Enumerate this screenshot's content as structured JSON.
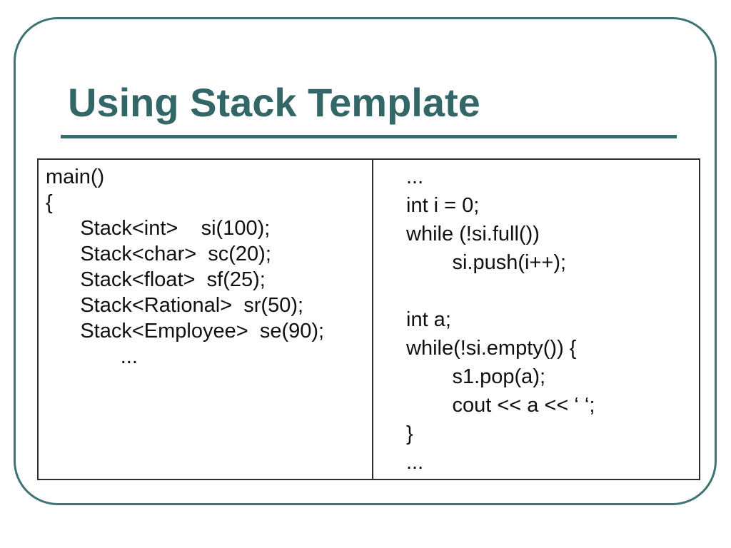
{
  "slide": {
    "title": "Using Stack Template"
  },
  "colors": {
    "accent_teal_title": "#336666",
    "frame_border": "#3E7373",
    "title_rule": "#386D6E",
    "table_border": "#2E2E2E",
    "code_text": "#101010",
    "background": "#FFFFFF"
  },
  "code_table": {
    "left_column": {
      "lines": [
        "main()",
        "{",
        "      Stack<int>    si(100);",
        "      Stack<char>  sc(20);",
        "      Stack<float>  sf(25);",
        "      Stack<Rational>  sr(50);",
        "      Stack<Employee>  se(90);",
        "             ..."
      ]
    },
    "right_column": {
      "lines": [
        "...",
        "int i = 0;",
        "while (!si.full())",
        "        si.push(i++);",
        "",
        "int a;",
        "while(!si.empty()) {",
        "        s1.pop(a);",
        "        cout << a << ‘ ‘;",
        "}",
        "..."
      ]
    }
  }
}
